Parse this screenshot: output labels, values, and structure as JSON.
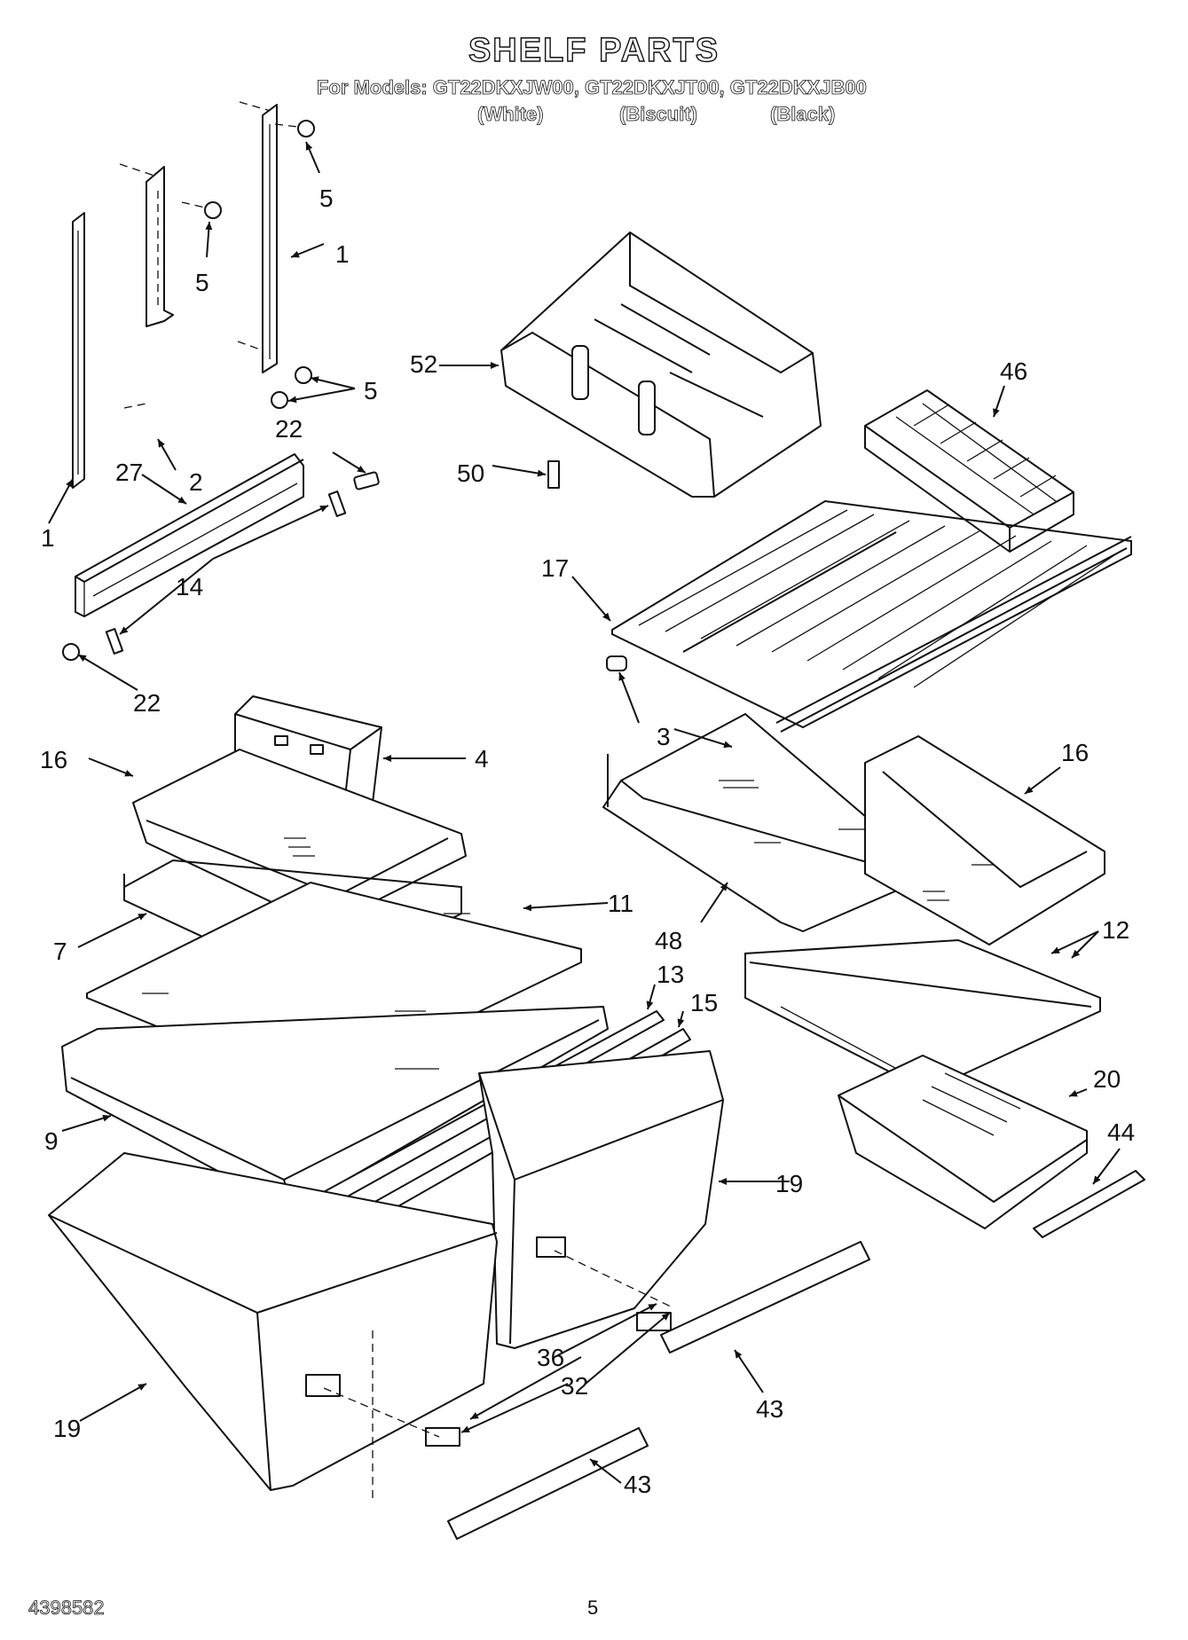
{
  "header": {
    "title": "SHELF PARTS",
    "models_line": "For Models: GT22DKXJW00, GT22DKXJT00, GT22DKXJB00",
    "colors": [
      "(White)",
      "(Biscuit)",
      "(Black)"
    ]
  },
  "footer": {
    "document_number": "4398582",
    "page_number": "5"
  },
  "callouts": {
    "c1a": "1",
    "c1b": "1",
    "c2": "2",
    "c3": "3",
    "c4": "4",
    "c5a": "5",
    "c5b": "5",
    "c5c": "5",
    "c7": "7",
    "c9": "9",
    "c11": "11",
    "c12": "12",
    "c13": "13",
    "c14": "14",
    "c15": "15",
    "c16a": "16",
    "c16b": "16",
    "c17": "17",
    "c19a": "19",
    "c19b": "19",
    "c20": "20",
    "c22a": "22",
    "c22b": "22",
    "c27": "27",
    "c32": "32",
    "c36": "36",
    "c43a": "43",
    "c43b": "43",
    "c44": "44",
    "c46": "46",
    "c48": "48",
    "c50": "50",
    "c52": "52"
  }
}
